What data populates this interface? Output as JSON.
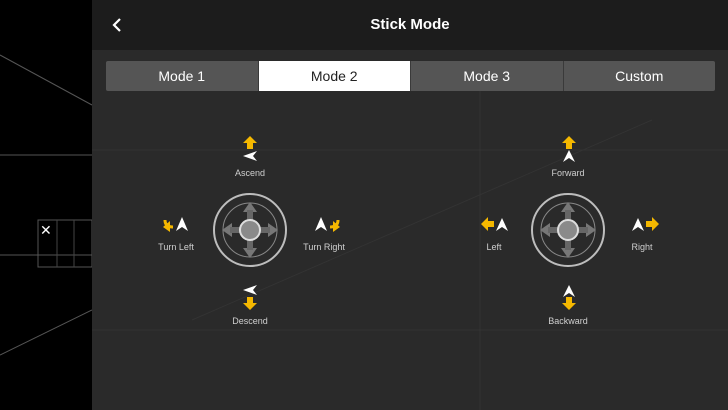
{
  "header": {
    "title": "Stick Mode"
  },
  "tabs": [
    {
      "label": "Mode 1",
      "active": false
    },
    {
      "label": "Mode 2",
      "active": true
    },
    {
      "label": "Mode 3",
      "active": false
    },
    {
      "label": "Custom",
      "active": false
    }
  ],
  "left_stick": {
    "top": "Ascend",
    "bottom": "Descend",
    "left": "Turn Left",
    "right": "Turn Right"
  },
  "right_stick": {
    "top": "Forward",
    "bottom": "Backward",
    "left": "Left",
    "right": "Right"
  },
  "colors": {
    "accent": "#f5b800",
    "active_tab": "#ffffff"
  },
  "icons": [
    "back-chevron-icon",
    "close-icon",
    "aircraft-icon",
    "arrow-icon"
  ]
}
